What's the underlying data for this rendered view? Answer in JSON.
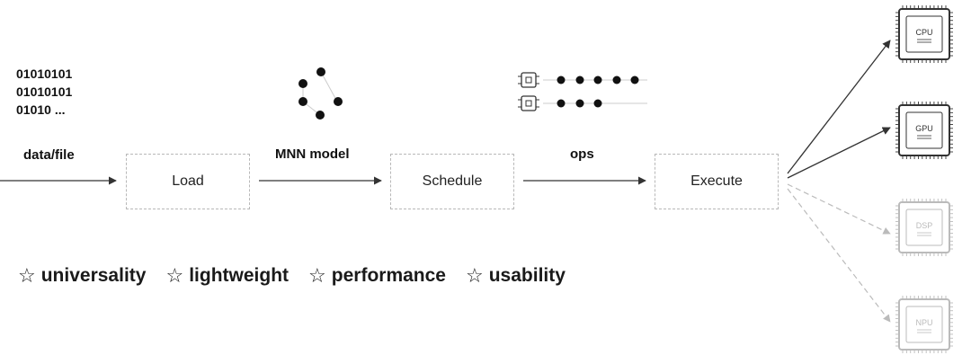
{
  "input": {
    "binary_lines": [
      "01010101",
      "01010101",
      "01010 ..."
    ],
    "label": "data/file"
  },
  "stages": [
    {
      "label": "Load",
      "caption": "MNN model"
    },
    {
      "label": "Schedule",
      "caption": "ops"
    },
    {
      "label": "Execute"
    }
  ],
  "devices": [
    {
      "label": "CPU",
      "active": true
    },
    {
      "label": "GPU",
      "active": true
    },
    {
      "label": "DSP",
      "active": false
    },
    {
      "label": "NPU",
      "active": false
    }
  ],
  "values": [
    {
      "icon": "star-outline-icon",
      "label": "universality"
    },
    {
      "icon": "star-outline-icon",
      "label": "lightweight"
    },
    {
      "icon": "star-outline-icon",
      "label": "performance"
    },
    {
      "icon": "star-outline-icon",
      "label": "usability"
    }
  ],
  "colors": {
    "active": "#333333",
    "inactive": "#bbbbbb",
    "box_border": "#b8b8b8"
  }
}
